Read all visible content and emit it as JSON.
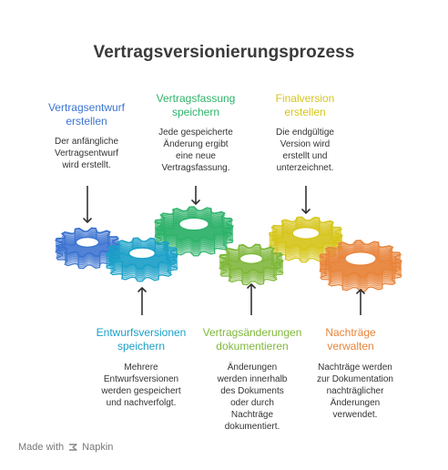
{
  "title": "Vertragsversionierungsprozess",
  "steps": [
    {
      "label": "Vertragsentwurf\nerstellen",
      "description": "Der anfängliche\nVertragsentwurf\nwird erstellt.",
      "color": "#3b74d0"
    },
    {
      "label": "Entwurfsversionen\nspeichern",
      "description": "Mehrere\nEntwurfsversionen\nwerden gespeichert\nund nachverfolgt.",
      "color": "#1aa0c8"
    },
    {
      "label": "Vertragsfassung\nspeichern",
      "description": "Jede gespeicherte\nÄnderung ergibt\neine neue\nVertragsfassung.",
      "color": "#2db36a"
    },
    {
      "label": "Vertragsänderungen\ndokumentieren",
      "description": "Änderungen\nwerden innerhalb\ndes Dokuments\noder durch\nNachträge\ndokumentiert.",
      "color": "#7fb83a"
    },
    {
      "label": "Finalversion\nerstellen",
      "description": "Die endgültige\nVersion wird\nerstellt und\nunterzeichnet.",
      "color": "#d6c61a"
    },
    {
      "label": "Nachträge\nverwalten",
      "description": "Nachträge werden\nzur Dokumentation\nnachträglicher\nÄnderungen\nverwendet.",
      "color": "#e8843a"
    }
  ],
  "footer": {
    "text": "Made with",
    "brand": "Napkin"
  }
}
